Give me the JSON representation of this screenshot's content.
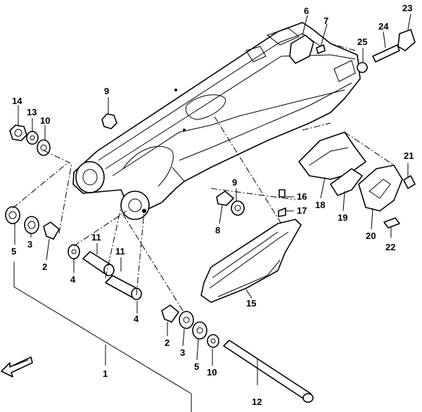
{
  "callouts": [
    {
      "id": "1",
      "text": "1"
    },
    {
      "id": "2a",
      "text": "2"
    },
    {
      "id": "2b",
      "text": "2"
    },
    {
      "id": "3a",
      "text": "3"
    },
    {
      "id": "3b",
      "text": "3"
    },
    {
      "id": "4a",
      "text": "4"
    },
    {
      "id": "4b",
      "text": "4"
    },
    {
      "id": "5a",
      "text": "5"
    },
    {
      "id": "5b",
      "text": "5"
    },
    {
      "id": "6",
      "text": "6"
    },
    {
      "id": "7",
      "text": "7"
    },
    {
      "id": "8",
      "text": "8"
    },
    {
      "id": "9a",
      "text": "9"
    },
    {
      "id": "9b",
      "text": "9"
    },
    {
      "id": "10a",
      "text": "10"
    },
    {
      "id": "10b",
      "text": "10"
    },
    {
      "id": "11a",
      "text": "11"
    },
    {
      "id": "11b",
      "text": "11"
    },
    {
      "id": "12",
      "text": "12"
    },
    {
      "id": "13",
      "text": "13"
    },
    {
      "id": "14",
      "text": "14"
    },
    {
      "id": "15",
      "text": "15"
    },
    {
      "id": "16",
      "text": "16"
    },
    {
      "id": "17",
      "text": "17"
    },
    {
      "id": "18",
      "text": "18"
    },
    {
      "id": "19",
      "text": "19"
    },
    {
      "id": "20",
      "text": "20"
    },
    {
      "id": "21",
      "text": "21"
    },
    {
      "id": "22",
      "text": "22"
    },
    {
      "id": "23",
      "text": "23"
    },
    {
      "id": "24",
      "text": "24"
    },
    {
      "id": "25",
      "text": "25"
    }
  ],
  "icons": {
    "front_arrow": "front-direction-arrow-icon"
  }
}
